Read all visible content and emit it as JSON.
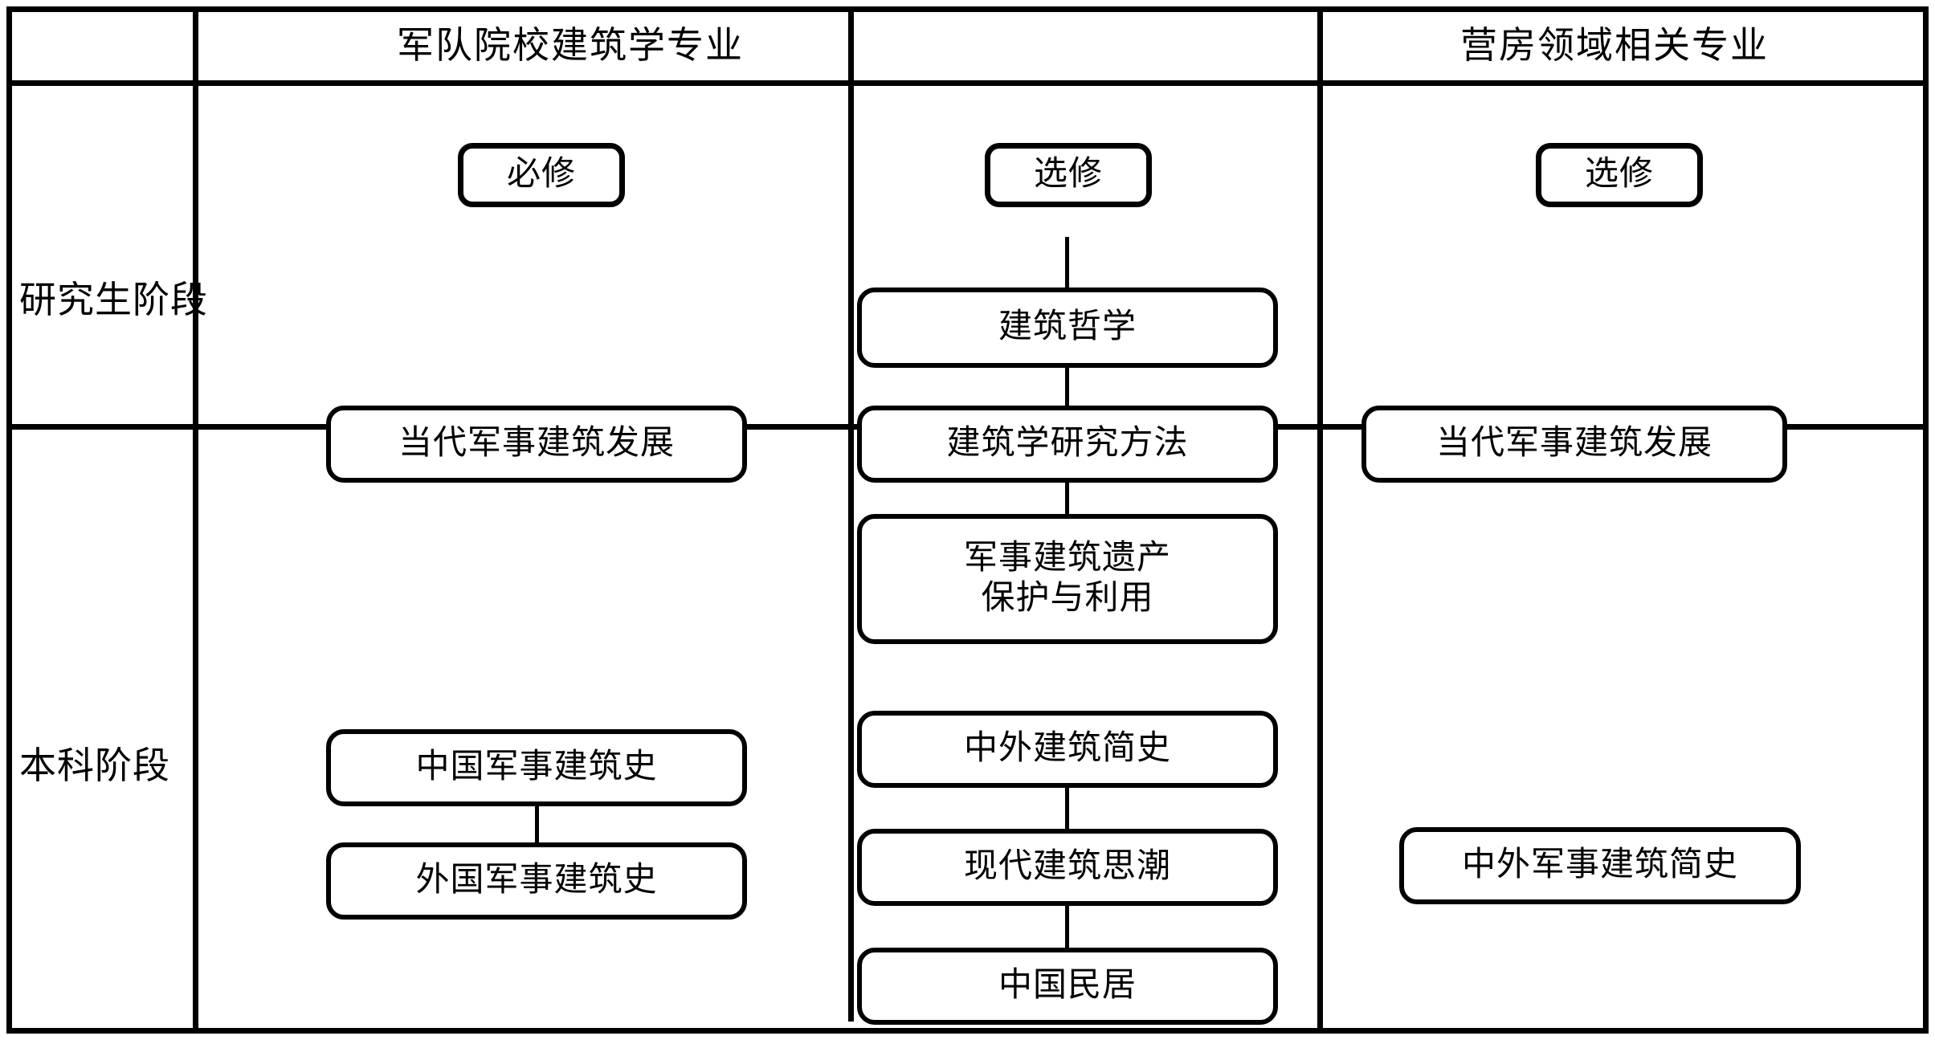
{
  "diagram": {
    "title_row": {
      "corner_label": "",
      "columns": [
        {
          "id": "military-academy",
          "label": "军队院校建筑学专业"
        },
        {
          "id": "barracks-related",
          "label": "营房领域相关专业"
        }
      ]
    },
    "rows": [
      {
        "id": "graduate",
        "label": "研究生阶段"
      },
      {
        "id": "undergraduate",
        "label": "本科阶段"
      }
    ],
    "badges": {
      "required": "必修",
      "elective": "选修"
    },
    "graduate": {
      "required_column": {
        "badge": "必修",
        "courses": [
          "当代军事建筑发展"
        ]
      },
      "elective_column": {
        "badge": "选修",
        "courses": [
          "建筑哲学",
          "建筑学研究方法",
          "军事建筑遗产\n保护与利用"
        ]
      },
      "barracks_column": {
        "badge": "选修",
        "courses": [
          "当代军事建筑发展"
        ]
      }
    },
    "undergraduate": {
      "required_column": {
        "courses": [
          "中国军事建筑史",
          "外国军事建筑史"
        ]
      },
      "elective_column": {
        "courses": [
          "中外建筑简史",
          "现代建筑思潮",
          "中国民居"
        ]
      },
      "barracks_column": {
        "courses": [
          "中外军事建筑简史"
        ]
      }
    }
  }
}
